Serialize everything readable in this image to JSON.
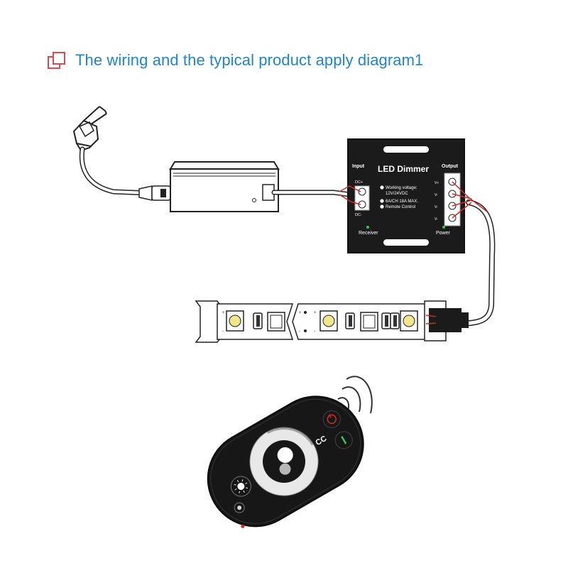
{
  "header": {
    "title": "The wiring and the typical product apply diagram1",
    "icon": "copy-icon",
    "accent_color": "#1f86c8",
    "icon_color": "#d94c4c"
  },
  "dimmer": {
    "title": "LED Dimmer",
    "input_label": "Input",
    "output_label": "Output",
    "input_pos": "DC+",
    "input_neg": "DC-",
    "specs": [
      "Working voltage:",
      "12V/24VDC",
      "6A/CH 18A MAX.",
      "Remote Control"
    ],
    "output_pins": [
      "V+",
      "V-",
      "V-",
      "V-"
    ],
    "receiver_label": "Receiver",
    "power_label": "Power"
  },
  "strip": {
    "plus_label": "+",
    "minus_label": "-"
  },
  "remote": {
    "brand_mark": "CC"
  }
}
